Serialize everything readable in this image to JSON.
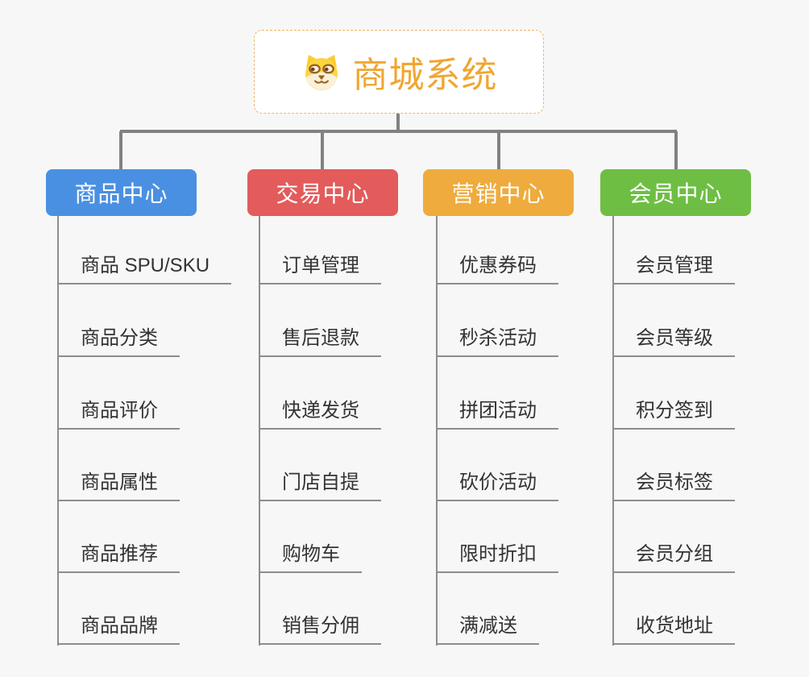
{
  "root": {
    "title": "商城系统",
    "icon": "dog-face-icon",
    "title_color": "#F0A632",
    "border_color": "#F2B45F"
  },
  "connector_color": "#818181",
  "branches": [
    {
      "label": "商品中心",
      "color": "#4A90E2",
      "items": [
        "商品 SPU/SKU",
        "商品分类",
        "商品评价",
        "商品属性",
        "商品推荐",
        "商品品牌"
      ]
    },
    {
      "label": "交易中心",
      "color": "#E35B5B",
      "items": [
        "订单管理",
        "售后退款",
        "快递发货",
        "门店自提",
        "购物车",
        "销售分佣"
      ]
    },
    {
      "label": "营销中心",
      "color": "#EFAB3D",
      "items": [
        "优惠券码",
        "秒杀活动",
        "拼团活动",
        "砍价活动",
        "限时折扣",
        "满减送"
      ]
    },
    {
      "label": "会员中心",
      "color": "#6EBE44",
      "items": [
        "会员管理",
        "会员等级",
        "积分签到",
        "会员标签",
        "会员分组",
        "收货地址"
      ]
    }
  ]
}
